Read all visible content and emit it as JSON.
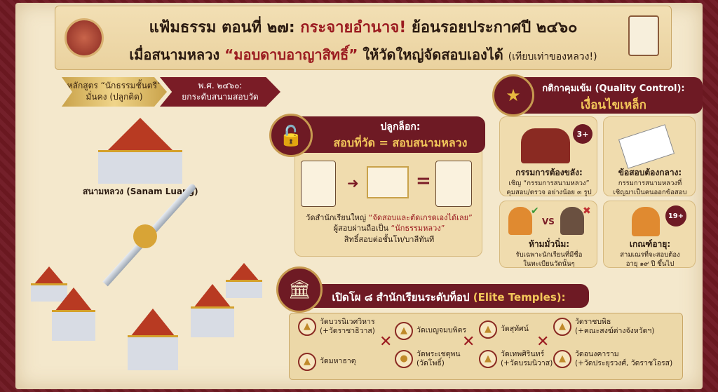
{
  "header": {
    "title_prefix": "แฟ้มธรรม ตอนที่ ๒๗: ",
    "title_highlight": "กระจายอำนาจ!",
    "title_suffix": " ย้อนรอยประกาศปี ๒๔๖๐",
    "subtitle_prefix": "เมื่อสนามหลวง ",
    "subtitle_highlight": "“มอบดาบอาญาสิทธิ์”",
    "subtitle_suffix": " ให้วัดใหญ่จัดสอบเองได้ ",
    "subtitle_note": "(เทียบเท่าของหลวง!)"
  },
  "timeline": [
    {
      "line1": "หลักสูตร “นักธรรมชั้นตรี”",
      "line2": "มั่นคง (ปลูกติด)"
    },
    {
      "line1": "พ.ศ. ๒๔๖๐:",
      "line2": "ยกระดับสนามสอบวัด"
    }
  ],
  "illustration": {
    "sanam_luang_label": "สนามหลวง (Sanam Luang)"
  },
  "unlock": {
    "title": "ปลูกล็อก:",
    "subtitle": "สอบที่วัด = สอบสนามหลวง",
    "line1_prefix": "วัดสำนักเรียนใหญ่ ",
    "line1_highlight": "“จัดสอบและตัดเกรดเองได้เลย”",
    "line2_prefix": "ผู้สอบผ่านถือเป็น ",
    "line2_highlight": "“นักธรรมหลวง”",
    "line3": "สิทธิ์สอบต่อชั้นโท/บาลีทันที",
    "equals": "="
  },
  "quality": {
    "title": "กติกาคุมเข้ม (Quality Control):",
    "subtitle": "เงื่อนไขเหล็ก",
    "cards": [
      {
        "badge": "3+",
        "title": "กรรมการต้องขลัง:",
        "text1": "เชิญ “กรรมการสนามหลวง”",
        "text2": "คุมสอบ/ตรวจ อย่างน้อย ๓ รูป"
      },
      {
        "title": "ข้อสอบต้องกลาง:",
        "text1": "กรรมการสนามหลวงที่",
        "text2": "เชิญมาเป็นคนออกข้อสอบ"
      },
      {
        "vs": "VS",
        "title": "ห้ามมั่วนิ่ม:",
        "text1": "รับเฉพาะนักเรียนที่มีชื่อ",
        "text2": "ในทะเบียนวัดนั้นๆ"
      },
      {
        "badge": "19+",
        "title": "เกณฑ์อายุ:",
        "text1": "สามเณรที่จะสอบต้อง",
        "text2": "อายุ ๑๙ ปี ขึ้นไป"
      }
    ]
  },
  "elite": {
    "title_prefix": "เปิดโผ ๘ สำนักเรียนระดับท็อป ",
    "title_highlight": "(Elite Temples):",
    "temples": [
      {
        "name": "วัดบวรนิเวศวิหาร",
        "note": "(+วัดราชาธิวาส)"
      },
      {
        "name": "วัดมหาธาตุ",
        "note": ""
      },
      {
        "name": "วัดเบญจมบพิตร",
        "note": ""
      },
      {
        "name": "วัดพระเชตุพน",
        "note": "(วัดโพธิ์)"
      },
      {
        "name": "วัดสุทัศน์",
        "note": ""
      },
      {
        "name": "วัดเทพศิรินทร์",
        "note": "(+วัดบรมนิวาส)"
      },
      {
        "name": "วัดราชบพิธ",
        "note": "(+คณะสงฆ์ต่างจังหวัดฯ)"
      },
      {
        "name": "วัดอนงคาราม",
        "note": "(+วัดประยุรวงศ์, วัดราชโอรส)"
      }
    ]
  },
  "colors": {
    "maroon": "#6e1a24",
    "gold": "#f3c75a",
    "parchment": "#f4e8cc"
  }
}
